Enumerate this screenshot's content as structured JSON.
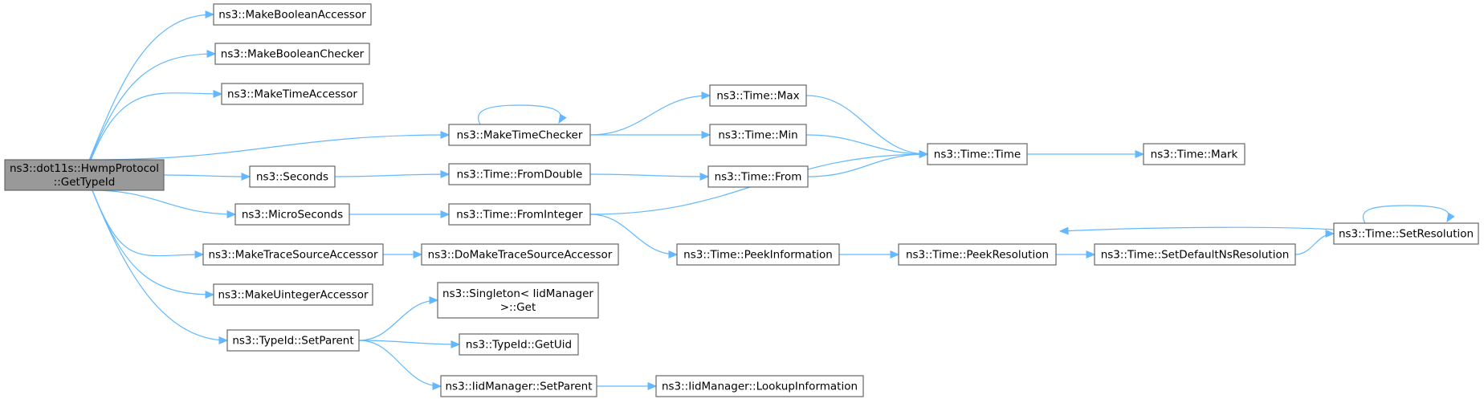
{
  "graph": {
    "nodes": [
      {
        "id": "root",
        "lines": [
          "ns3::dot11s::HwmpProtocol",
          "::GetTypeId"
        ],
        "highlighted": true
      },
      {
        "id": "makeBoolAcc",
        "lines": [
          "ns3::MakeBooleanAccessor"
        ]
      },
      {
        "id": "makeBoolChk",
        "lines": [
          "ns3::MakeBooleanChecker"
        ]
      },
      {
        "id": "makeTimeAcc",
        "lines": [
          "ns3::MakeTimeAccessor"
        ]
      },
      {
        "id": "makeTimeChk",
        "lines": [
          "ns3::MakeTimeChecker"
        ]
      },
      {
        "id": "seconds",
        "lines": [
          "ns3::Seconds"
        ]
      },
      {
        "id": "micro",
        "lines": [
          "ns3::MicroSeconds"
        ]
      },
      {
        "id": "makeTrace",
        "lines": [
          "ns3::MakeTraceSourceAccessor"
        ]
      },
      {
        "id": "makeUint",
        "lines": [
          "ns3::MakeUintegerAccessor"
        ]
      },
      {
        "id": "setParent",
        "lines": [
          "ns3::TypeId::SetParent"
        ]
      },
      {
        "id": "timeMax",
        "lines": [
          "ns3::Time::Max"
        ]
      },
      {
        "id": "timeMin",
        "lines": [
          "ns3::Time::Min"
        ]
      },
      {
        "id": "fromDouble",
        "lines": [
          "ns3::Time::FromDouble"
        ]
      },
      {
        "id": "fromInteger",
        "lines": [
          "ns3::Time::FromInteger"
        ]
      },
      {
        "id": "doMakeTrace",
        "lines": [
          "ns3::DoMakeTraceSourceAccessor"
        ]
      },
      {
        "id": "singletonGet",
        "lines": [
          "ns3::Singleton< IidManager",
          ">::Get"
        ]
      },
      {
        "id": "getUid",
        "lines": [
          "ns3::TypeId::GetUid"
        ]
      },
      {
        "id": "iidSetParent",
        "lines": [
          "ns3::IidManager::SetParent"
        ]
      },
      {
        "id": "timeFrom",
        "lines": [
          "ns3::Time::From"
        ]
      },
      {
        "id": "peekInfo",
        "lines": [
          "ns3::Time::PeekInformation"
        ]
      },
      {
        "id": "lookupInfo",
        "lines": [
          "ns3::IidManager::LookupInformation"
        ]
      },
      {
        "id": "timeTime",
        "lines": [
          "ns3::Time::Time"
        ]
      },
      {
        "id": "peekRes",
        "lines": [
          "ns3::Time::PeekResolution"
        ]
      },
      {
        "id": "timeMark",
        "lines": [
          "ns3::Time::Mark"
        ]
      },
      {
        "id": "setDefNs",
        "lines": [
          "ns3::Time::SetDefaultNsResolution"
        ]
      },
      {
        "id": "setRes",
        "lines": [
          "ns3::Time::SetResolution"
        ]
      }
    ],
    "edges": [
      {
        "from": "root",
        "to": "makeBoolAcc"
      },
      {
        "from": "root",
        "to": "makeBoolChk"
      },
      {
        "from": "root",
        "to": "makeTimeAcc"
      },
      {
        "from": "root",
        "to": "makeTimeChk"
      },
      {
        "from": "root",
        "to": "seconds"
      },
      {
        "from": "root",
        "to": "micro"
      },
      {
        "from": "root",
        "to": "makeTrace"
      },
      {
        "from": "root",
        "to": "makeUint"
      },
      {
        "from": "root",
        "to": "setParent"
      },
      {
        "from": "makeTimeChk",
        "to": "makeTimeChk"
      },
      {
        "from": "makeTimeChk",
        "to": "timeMax"
      },
      {
        "from": "makeTimeChk",
        "to": "timeMin"
      },
      {
        "from": "seconds",
        "to": "fromDouble"
      },
      {
        "from": "micro",
        "to": "fromInteger"
      },
      {
        "from": "makeTrace",
        "to": "doMakeTrace"
      },
      {
        "from": "setParent",
        "to": "singletonGet"
      },
      {
        "from": "setParent",
        "to": "getUid"
      },
      {
        "from": "setParent",
        "to": "iidSetParent"
      },
      {
        "from": "timeMax",
        "to": "timeTime"
      },
      {
        "from": "timeMin",
        "to": "timeTime"
      },
      {
        "from": "fromDouble",
        "to": "timeFrom"
      },
      {
        "from": "timeFrom",
        "to": "timeTime"
      },
      {
        "from": "fromInteger",
        "to": "timeTime"
      },
      {
        "from": "fromInteger",
        "to": "peekInfo"
      },
      {
        "from": "iidSetParent",
        "to": "lookupInfo"
      },
      {
        "from": "timeTime",
        "to": "timeMark"
      },
      {
        "from": "peekInfo",
        "to": "peekRes"
      },
      {
        "from": "peekRes",
        "to": "setDefNs"
      },
      {
        "from": "setDefNs",
        "to": "setRes"
      },
      {
        "from": "setRes",
        "to": "peekRes"
      },
      {
        "from": "setRes",
        "to": "setRes"
      }
    ]
  }
}
